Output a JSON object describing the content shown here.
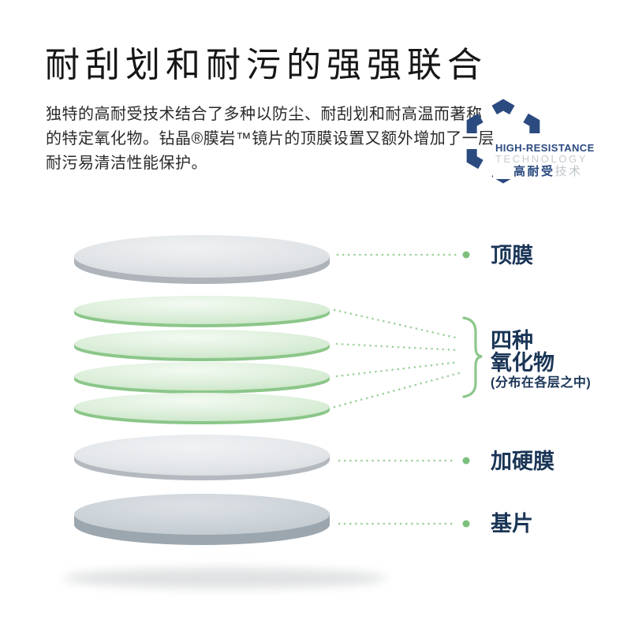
{
  "header": {
    "title": "耐刮划和耐污的强强联合",
    "description_lines": [
      "独特的高耐受技术结合了多种以防尘、耐刮划和耐高温而著称",
      "的特定氧化物。钻晶®膜岩™镜片的顶膜设置又额外增加了一层",
      "耐污易清洁性能保护。"
    ]
  },
  "logo": {
    "line1": "HIGH-RESISTANCE",
    "line2": "TECHNOLOGY",
    "line3_strong": "高耐受",
    "line3_light": "技术",
    "hexagon_color": "#2b4a80",
    "muted_text_color": "#c6cbd0"
  },
  "diagram": {
    "labels": {
      "top_film": "顶膜",
      "oxides_line1": "四种",
      "oxides_line2": "氧化物",
      "oxides_note": "(分布在各层之中)",
      "hard_coat": "加硬膜",
      "substrate": "基片"
    },
    "layers": [
      {
        "label": "顶膜",
        "type": "top-film",
        "disc_count": 1,
        "top_color": "#e2e5e8",
        "rim_color": "#aeb4ba"
      },
      {
        "label": "四种氧化物",
        "note": "(分布在各层之中)",
        "type": "oxide-layers",
        "disc_count": 4,
        "top_color": "#dcefda",
        "rim_color": "#8bc689"
      },
      {
        "label": "加硬膜",
        "type": "hard-coat",
        "disc_count": 1,
        "top_color": "#e2e5e8",
        "rim_color": "#b3b9bf"
      },
      {
        "label": "基片",
        "type": "substrate",
        "disc_count": 1,
        "top_color": "#ccd3d8",
        "rim_color": "#9ca6ae"
      }
    ],
    "colors": {
      "label_navy": "#1a3556",
      "accent_green_dot": "#7cbf7b",
      "accent_green_dotted_line": "#9ed19c",
      "accent_green_brace": "#8cc78b"
    }
  }
}
